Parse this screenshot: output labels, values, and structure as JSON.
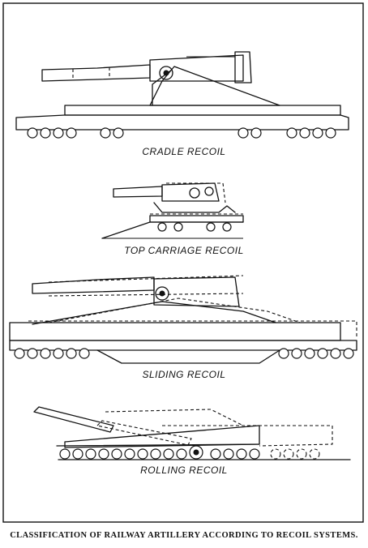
{
  "figure": {
    "labels": {
      "cradle": "CRADLE RECOIL",
      "top_carriage": "TOP CARRIAGE RECOIL",
      "sliding": "SLIDING RECOIL",
      "rolling": "ROLLING RECOIL"
    },
    "caption": "CLASSIFICATION OF RAILWAY ARTILLERY ACCORDING TO RECOIL SYSTEMS."
  }
}
